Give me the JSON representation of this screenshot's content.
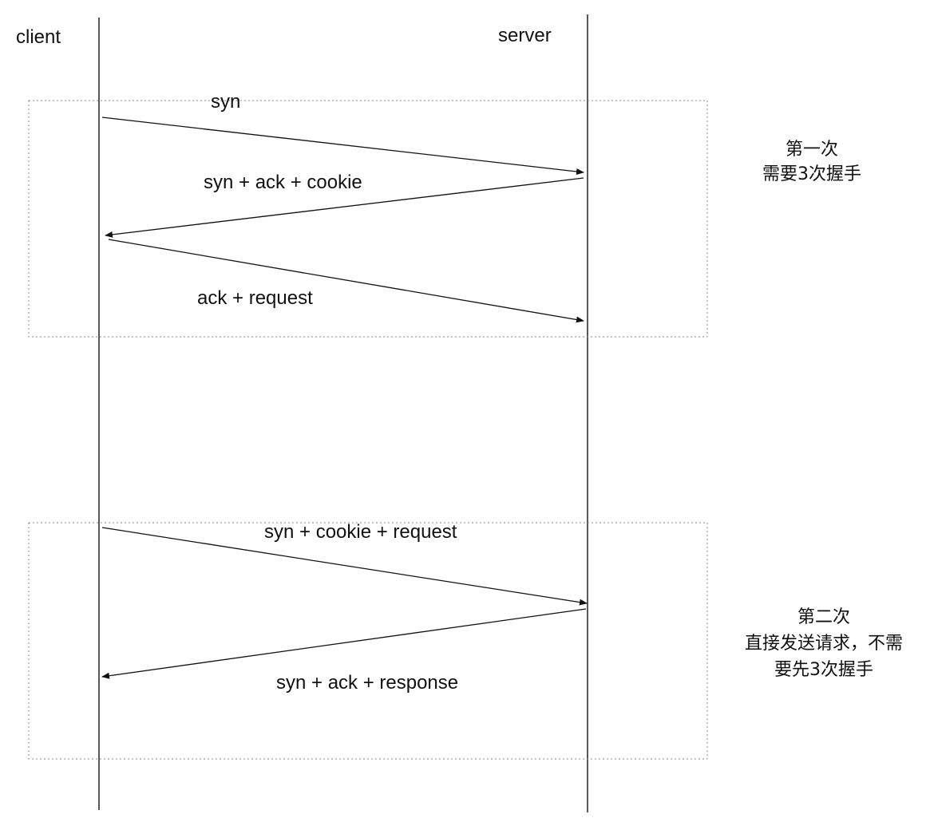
{
  "participants": {
    "client": "client",
    "server": "server"
  },
  "groups": [
    {
      "note_lines": [
        "第一次",
        "需要3次握手"
      ],
      "messages": [
        {
          "label": "syn",
          "from": "client",
          "to": "server"
        },
        {
          "label": "syn + ack + cookie",
          "from": "server",
          "to": "client"
        },
        {
          "label": "ack + request",
          "from": "client",
          "to": "server"
        }
      ]
    },
    {
      "note_lines": [
        "第二次",
        "直接发送请求，不需",
        "要先3次握手"
      ],
      "messages": [
        {
          "label": "syn + cookie + request",
          "from": "client",
          "to": "server"
        },
        {
          "label": "syn + ack + response",
          "from": "server",
          "to": "client"
        }
      ]
    }
  ],
  "colors": {
    "line": "#111111",
    "frame": "#8a8a8a",
    "background": "#ffffff"
  }
}
